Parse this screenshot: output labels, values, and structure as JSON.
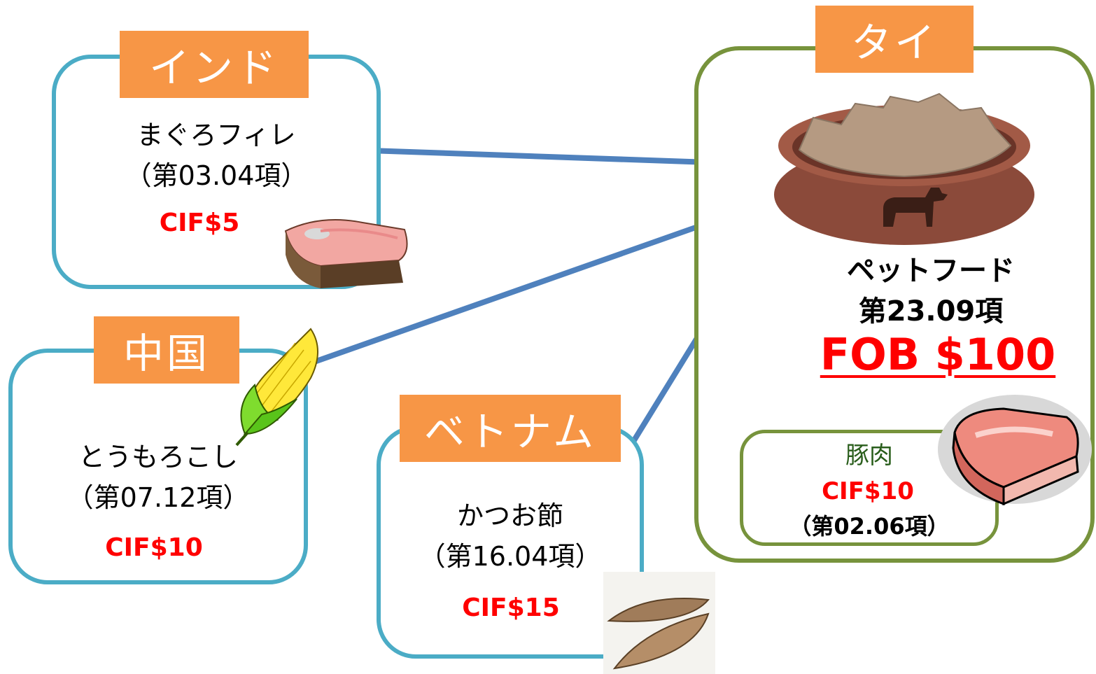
{
  "india": {
    "country": "インド",
    "product": "まぐろフィレ",
    "heading": "（第03.04項）",
    "price": "CIF$5"
  },
  "china": {
    "country": "中国",
    "product": "とうもろこし",
    "heading": "（第07.12項）",
    "price": "CIF$10"
  },
  "vietnam": {
    "country": "ベトナム",
    "product": "かつお節",
    "heading": "（第16.04項）",
    "price": "CIF$15"
  },
  "thailand": {
    "country": "タイ",
    "product": "ペットフード",
    "heading": "第23.09項",
    "price": "FOB $100",
    "pork": {
      "product": "豚肉",
      "price": "CIF$10",
      "heading": "（第02.06項）"
    }
  },
  "colors": {
    "box_border": "#4bacc6",
    "thai_border": "#77933c",
    "tag_fill": "#f79646",
    "arrow": "#4f81bd",
    "price": "#ff0000",
    "pork_text": "#2a5e1c"
  }
}
